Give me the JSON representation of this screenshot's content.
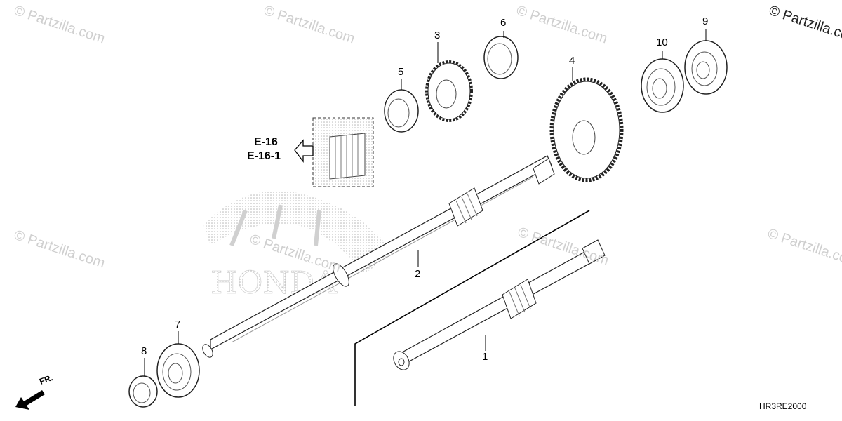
{
  "watermark": "© Partzilla.com",
  "references": [
    "E-16",
    "E-16-1"
  ],
  "callouts": [
    "1",
    "2",
    "3",
    "4",
    "5",
    "6",
    "7",
    "8",
    "9",
    "10"
  ],
  "direction_label": "FR.",
  "diagram_code": "HR3RE2000",
  "brand_logo_text": "HONDA"
}
